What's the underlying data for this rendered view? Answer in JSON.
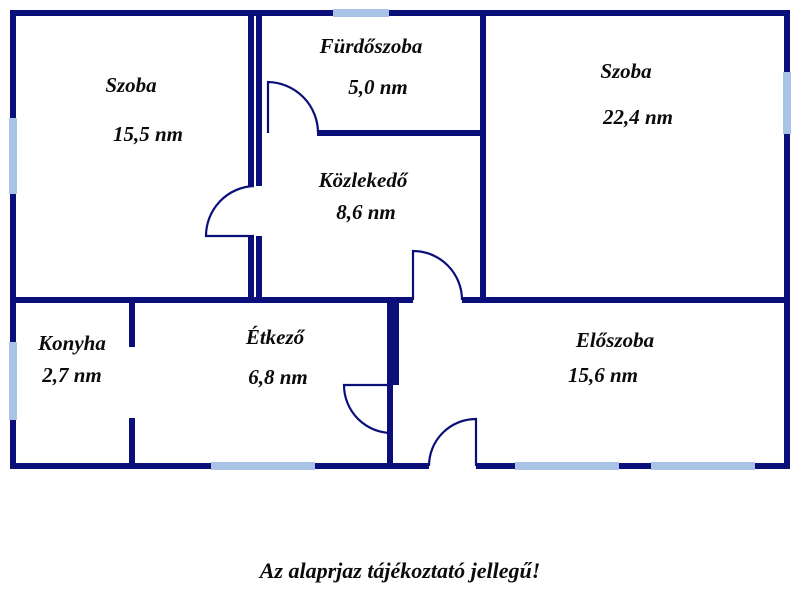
{
  "rooms": [
    {
      "name": "Szoba",
      "area": "15,5 nm"
    },
    {
      "name": "Fürdőszoba",
      "area": "5,0 nm"
    },
    {
      "name": "Szoba",
      "area": "22,4 nm"
    },
    {
      "name": "Közlekedő",
      "area": "8,6 nm"
    },
    {
      "name": "Konyha",
      "area": "2,7 nm"
    },
    {
      "name": "Étkező",
      "area": "6,8 nm"
    },
    {
      "name": "Előszoba",
      "area": "15,6 nm"
    }
  ],
  "note": "Az alaprjaz tájékoztató jellegű!",
  "colors": {
    "wall": "#0a0f7a",
    "window": "#a9c3e6",
    "text": "#0b0b0b"
  }
}
